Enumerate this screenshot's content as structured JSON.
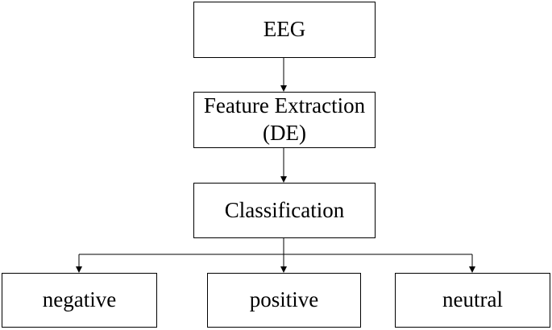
{
  "diagram": {
    "nodes": {
      "eeg": {
        "label": "EEG"
      },
      "feature": {
        "line1": "Feature Extraction",
        "line2": "(DE)"
      },
      "classification": {
        "label": "Classification"
      },
      "negative": {
        "label": "negative"
      },
      "positive": {
        "label": "positive"
      },
      "neutral": {
        "label": "neutral"
      }
    },
    "edges": [
      {
        "from": "eeg",
        "to": "feature"
      },
      {
        "from": "feature",
        "to": "classification"
      },
      {
        "from": "classification",
        "to": "negative"
      },
      {
        "from": "classification",
        "to": "positive"
      },
      {
        "from": "classification",
        "to": "neutral"
      }
    ]
  }
}
